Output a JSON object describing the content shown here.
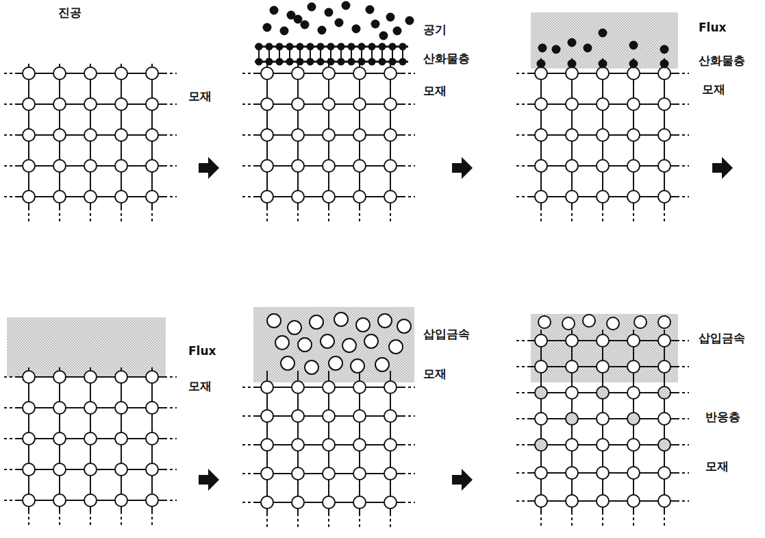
{
  "diagram": {
    "labels": [
      "진공",
      "모재",
      "공기",
      "산화물층",
      "모재",
      "Flux",
      "산화물층",
      "모재",
      "Flux",
      "모재",
      "삽입금속",
      "모재",
      "삽입금속",
      "반응층",
      "모재"
    ]
  }
}
